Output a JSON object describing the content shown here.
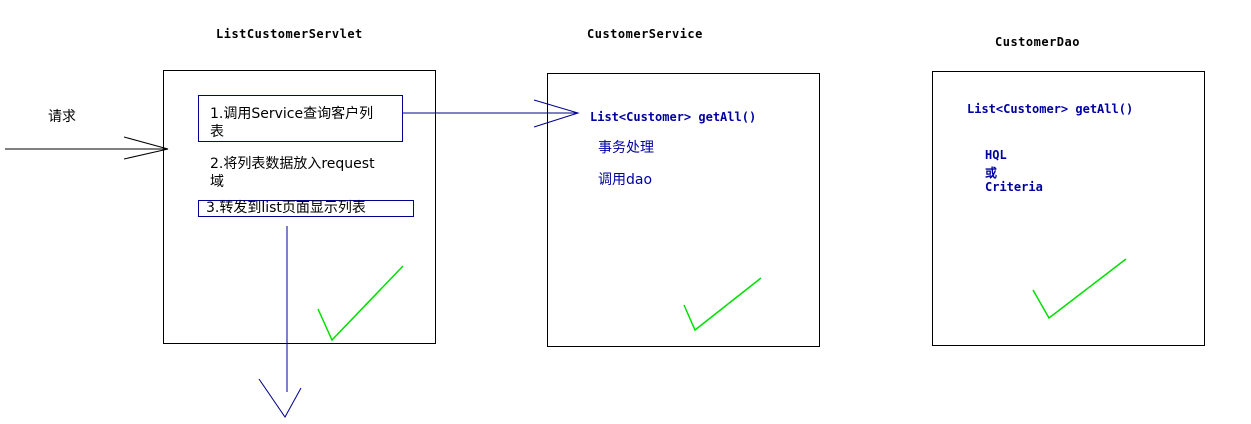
{
  "request_label": "请求",
  "servlet": {
    "title": "ListCustomerServlet",
    "step1": "1.调用Service查询客户列表",
    "step1_line1": "1.调用Service查询客户列",
    "step1_line2": "表",
    "step2_line1": "2.将列表数据放入request",
    "step2_line2": "域",
    "step3": "3.转发到list页面显示列表"
  },
  "service": {
    "title": "CustomerService",
    "method": "List<Customer> getAll()",
    "item1": "事务处理",
    "item2": "调用dao"
  },
  "dao": {
    "title": "CustomerDao",
    "method": "List<Customer> getAll()",
    "item1": "HQL",
    "item2": "或",
    "item3": "Criteria"
  },
  "colors": {
    "arrow": "#00008b",
    "check": "#00e000",
    "text_blue": "#0000a0"
  }
}
